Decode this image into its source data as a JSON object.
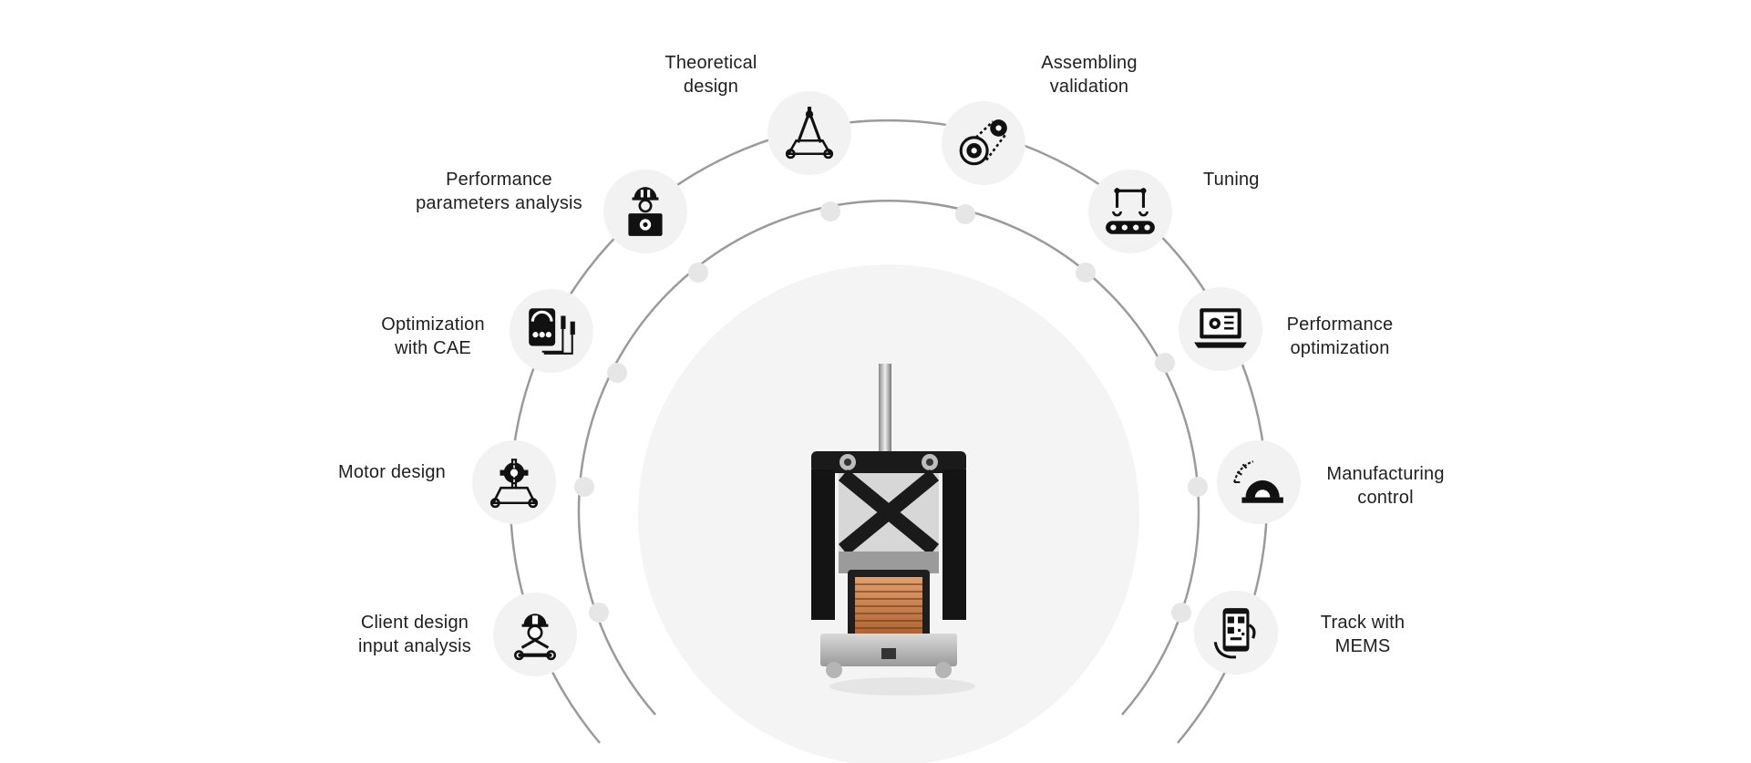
{
  "colors": {
    "ring": "#9a9a9a",
    "dot": "#e6e6e6",
    "disc": "#f4f4f4",
    "icon_bg": "#f2f2f2",
    "icon": "#111111",
    "coil": "#c8763f"
  },
  "steps": [
    {
      "id": "client-design-input-analysis",
      "label": "Client design\ninput analysis",
      "icon": "engineer-wrench-icon"
    },
    {
      "id": "motor-design",
      "label": "Motor design",
      "icon": "gear-blueprint-icon"
    },
    {
      "id": "optimization-with-cae",
      "label": "Optimization\nwith CAE",
      "icon": "multimeter-icon"
    },
    {
      "id": "performance-parameters-analysis",
      "label": "Performance\nparameters analysis",
      "icon": "engineer-laptop-icon"
    },
    {
      "id": "theoretical-design",
      "label": "Theoretical\ndesign",
      "icon": "compass-blueprint-icon"
    },
    {
      "id": "assembling-validation",
      "label": "Assembling\nvalidation",
      "icon": "belt-pulley-icon"
    },
    {
      "id": "tuning",
      "label": "Tuning",
      "icon": "conveyor-robot-icon"
    },
    {
      "id": "performance-optimization",
      "label": "Performance\noptimization",
      "icon": "laptop-settings-icon"
    },
    {
      "id": "manufacturing-control",
      "label": "Manufacturing\ncontrol",
      "icon": "protractor-icon"
    },
    {
      "id": "track-with-mems",
      "label": "Track with\nMEMS",
      "icon": "phone-qr-icon"
    }
  ]
}
